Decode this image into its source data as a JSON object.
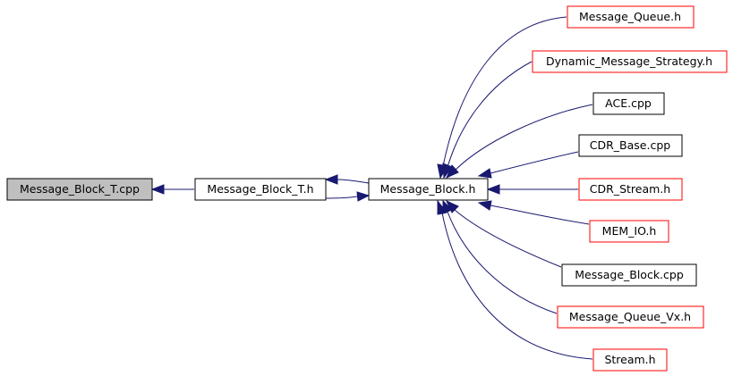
{
  "colors": {
    "edge": "#191970",
    "border_default": "#000000",
    "border_link": "#ff0000",
    "fill_focus": "#bfbfbf",
    "fill_default": "#ffffff"
  },
  "nodes": {
    "message_block_t_cpp": {
      "label": "Message_Block_T.cpp",
      "style": "focus"
    },
    "message_block_t_h": {
      "label": "Message_Block_T.h",
      "style": "default"
    },
    "message_block_h": {
      "label": "Message_Block.h",
      "style": "default"
    },
    "message_queue_h": {
      "label": "Message_Queue.h",
      "style": "link"
    },
    "dynamic_message_strategy_h": {
      "label": "Dynamic_Message_Strategy.h",
      "style": "link"
    },
    "ace_cpp": {
      "label": "ACE.cpp",
      "style": "default"
    },
    "cdr_base_cpp": {
      "label": "CDR_Base.cpp",
      "style": "default"
    },
    "cdr_stream_h": {
      "label": "CDR_Stream.h",
      "style": "link"
    },
    "mem_io_h": {
      "label": "MEM_IO.h",
      "style": "link"
    },
    "message_block_cpp": {
      "label": "Message_Block.cpp",
      "style": "default"
    },
    "message_queue_vx_h": {
      "label": "Message_Queue_Vx.h",
      "style": "link"
    },
    "stream_h": {
      "label": "Stream.h",
      "style": "link"
    }
  }
}
